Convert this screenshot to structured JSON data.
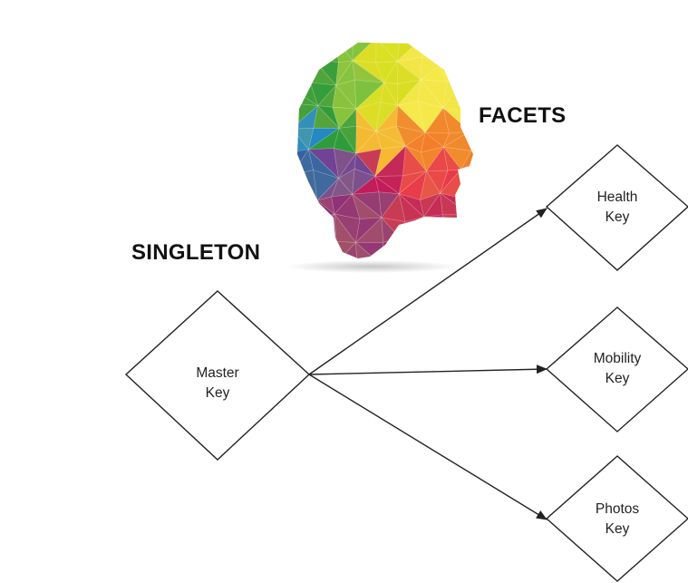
{
  "headings": {
    "facets": "FACETS",
    "singleton": "SINGLETON"
  },
  "nodes": {
    "master": {
      "line1": "Master",
      "line2": "Key"
    },
    "health": {
      "line1": "Health",
      "line2": "Key"
    },
    "mobility": {
      "line1": "Mobility",
      "line2": "Key"
    },
    "photos": {
      "line1": "Photos",
      "line2": "Key"
    }
  },
  "edges": [
    {
      "from": "master",
      "to": "health"
    },
    {
      "from": "master",
      "to": "mobility"
    },
    {
      "from": "master",
      "to": "photos"
    }
  ],
  "colors": {
    "stroke": "#222222",
    "node_fill": "#ffffff",
    "head_palette": [
      "#2e9a3c",
      "#7bc13f",
      "#d9e021",
      "#f6ea4a",
      "#f7b733",
      "#f37b2a",
      "#e9374a",
      "#c2185b",
      "#8e2a7a",
      "#1e88c8",
      "#2f5fa8",
      "#6a3a9a"
    ]
  },
  "icons": {
    "head": "polygonal-head-icon"
  }
}
